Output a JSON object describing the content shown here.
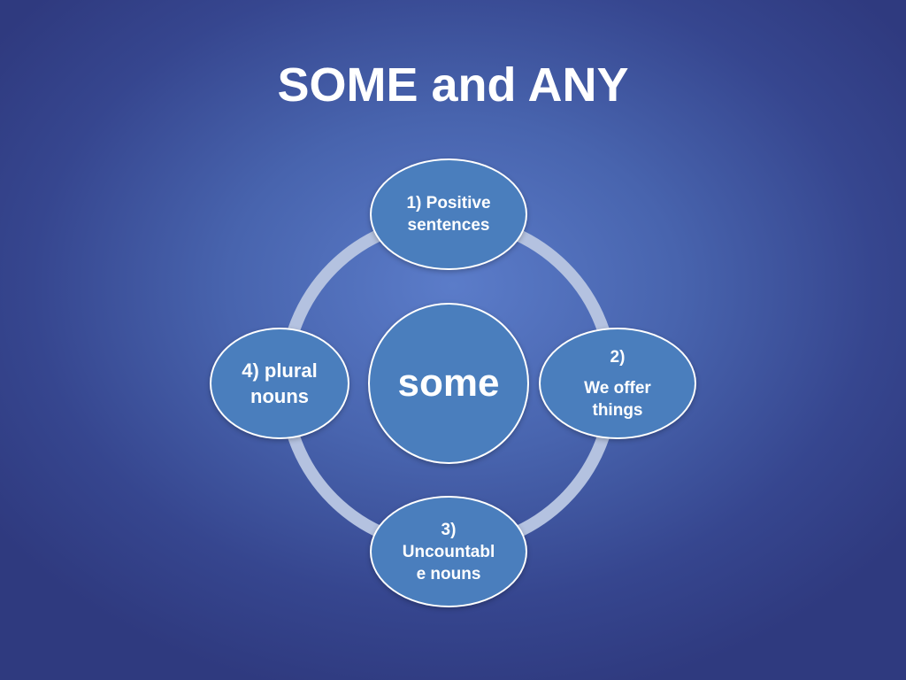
{
  "slide": {
    "title": "SOME and ANY"
  },
  "diagram": {
    "center": "some",
    "nodes": {
      "top": [
        "1) Positive",
        "sentences"
      ],
      "right": [
        "2)",
        "We offer",
        "things"
      ],
      "bottom": [
        "3)",
        "Uncountabl",
        "e nouns"
      ],
      "left": [
        "4) plural",
        "nouns"
      ]
    }
  },
  "colors": {
    "background": "#4864ae",
    "node_fill": "#4a7ebd",
    "node_border": "#ffffff",
    "ring": "#b4c2e0"
  }
}
